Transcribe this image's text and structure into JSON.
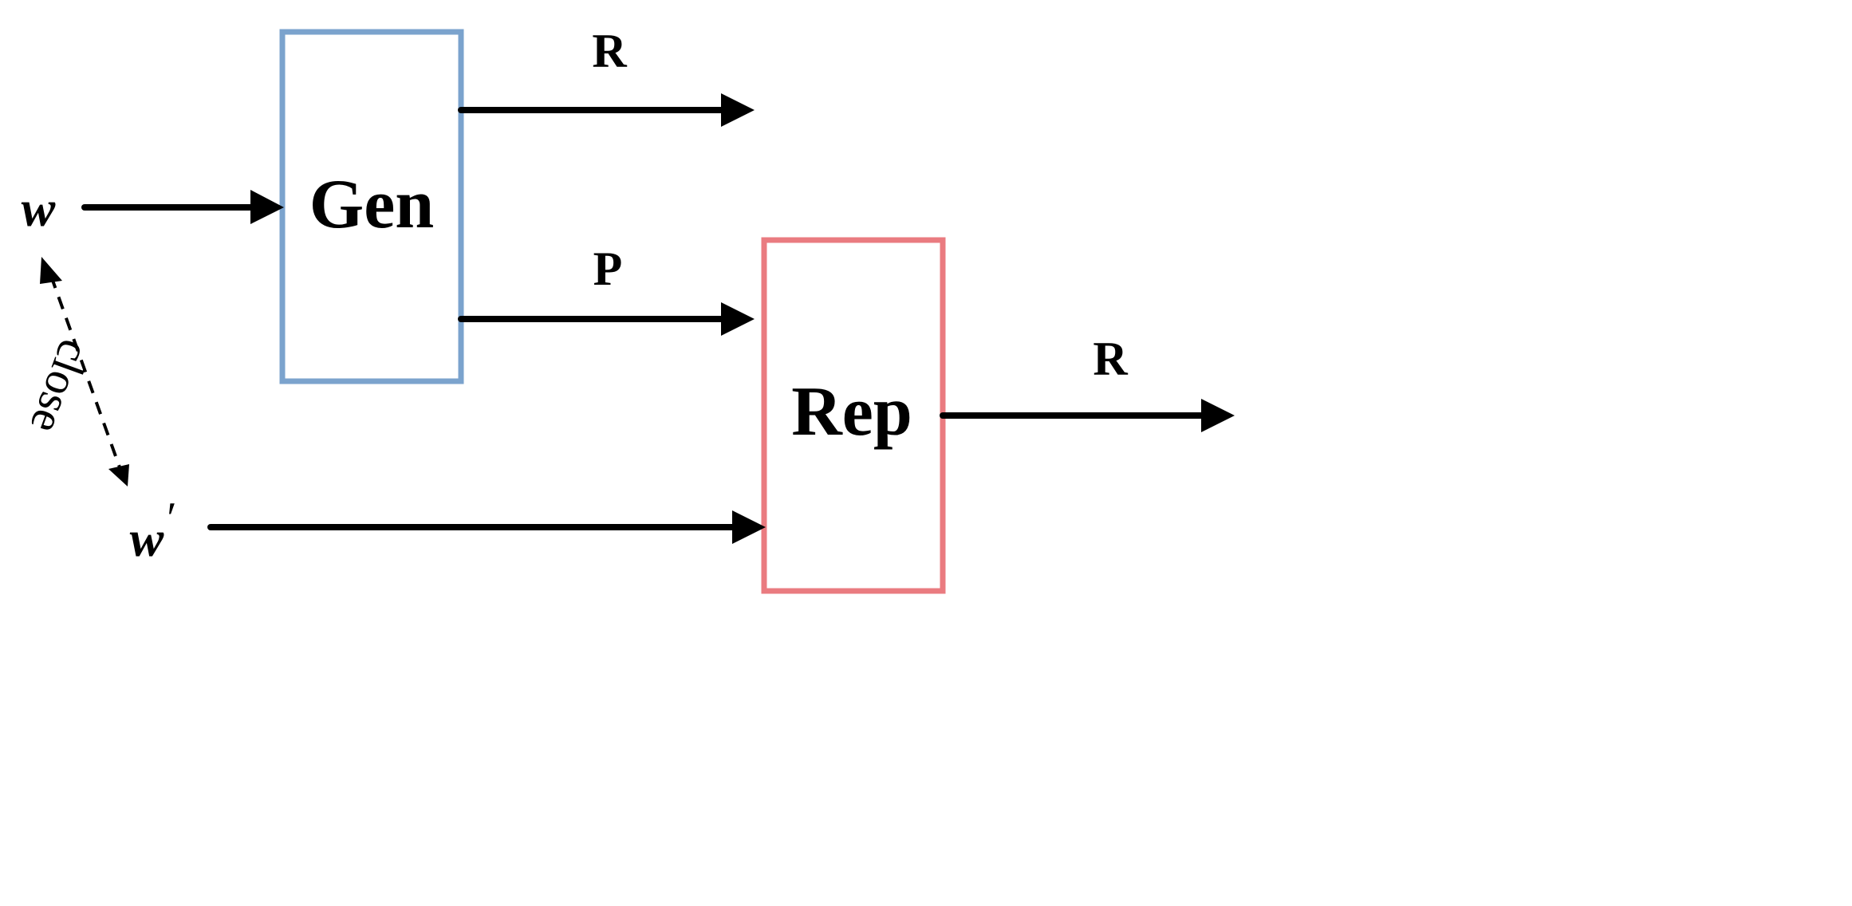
{
  "boxes": {
    "gen": {
      "label": "Gen",
      "border_color": "#7ba3cd"
    },
    "rep": {
      "label": "Rep",
      "border_color": "#ea7b80"
    }
  },
  "inputs": {
    "w": "w",
    "w_prime": "w",
    "prime_mark": "′"
  },
  "edges": {
    "gen_to_output_r": "R",
    "gen_to_rep_p": "P",
    "rep_to_output_r": "R",
    "w_w_prime_relation": "close"
  },
  "colors": {
    "arrow": "#000000"
  }
}
